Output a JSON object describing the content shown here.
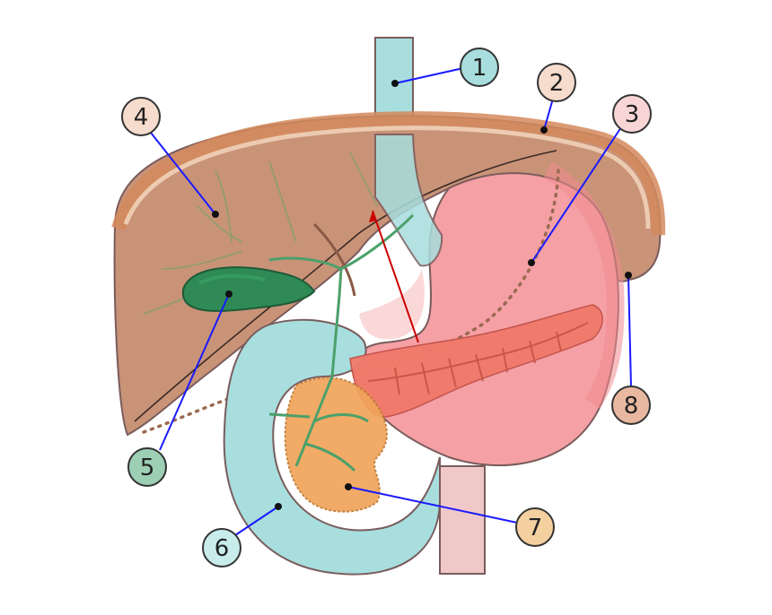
{
  "colors": {
    "background": "#ffffff",
    "liver": "#c99378",
    "liver_edge": "#d48a5c",
    "liver_rim": "#f0d2b8",
    "stomach": "#f5a0a4",
    "stomach_dark": "#f08a90",
    "pancreas": "#f07a6a",
    "duodenum": "#a8dede",
    "gallbladder": "#2f8a55",
    "gallbladder_light": "#3aa367",
    "bile_ducts": "#4ca06a",
    "esophagus": "#a8dede",
    "outline": "#7a5c5c",
    "leader": "#1a1aff",
    "arrow": "#cc0000",
    "dotted": "#9a6a50"
  },
  "labels": [
    {
      "id": "1",
      "text": "1",
      "fill": "#a8dede"
    },
    {
      "id": "2",
      "text": "2",
      "fill": "#f6dccc"
    },
    {
      "id": "3",
      "text": "3",
      "fill": "#f9d6d6"
    },
    {
      "id": "4",
      "text": "4",
      "fill": "#f6dccc"
    },
    {
      "id": "5",
      "text": "5",
      "fill": "#9ccfb4"
    },
    {
      "id": "6",
      "text": "6",
      "fill": "#c8ecec"
    },
    {
      "id": "7",
      "text": "7",
      "fill": "#f4cfa0"
    },
    {
      "id": "8",
      "text": "8",
      "fill": "#e8b8a0"
    }
  ]
}
